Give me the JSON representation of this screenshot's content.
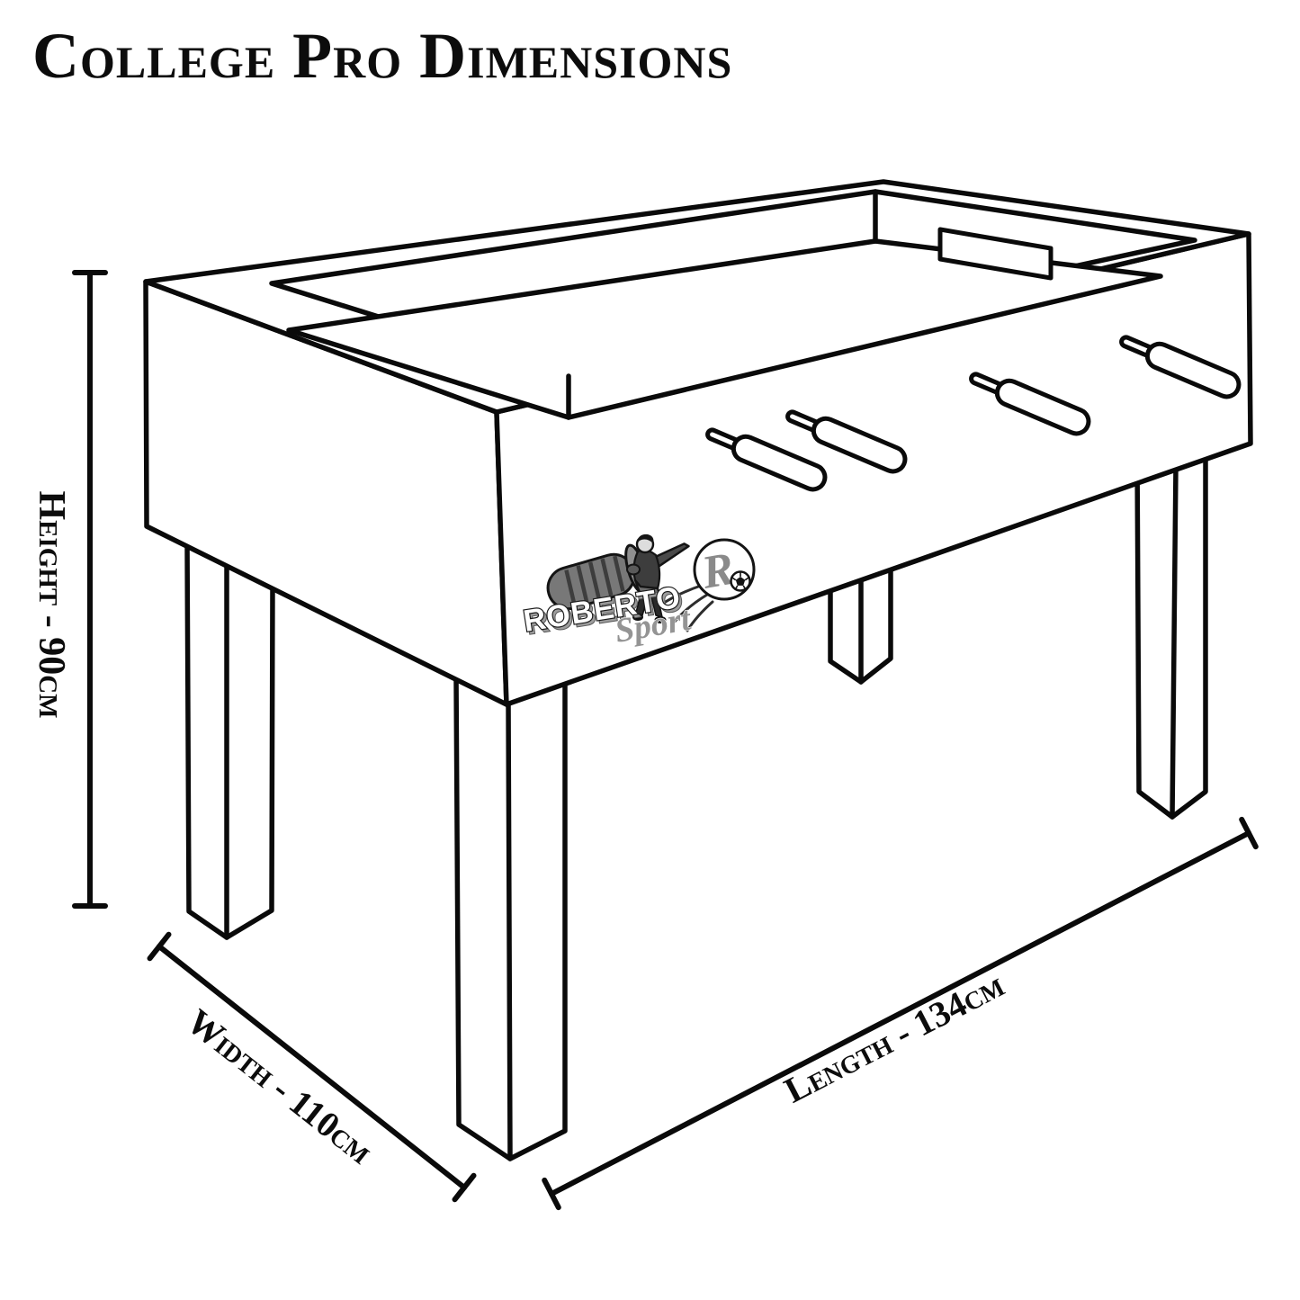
{
  "title": "College Pro Dimensions",
  "diagram_type": "foosball table line drawing with dimensions",
  "dimensions": {
    "height": {
      "name": "Height",
      "value_cm": 90,
      "label": "Height - 90cm"
    },
    "width": {
      "name": "Width",
      "value_cm": 110,
      "label": "Width - 110cm"
    },
    "length": {
      "name": "Length",
      "value_cm": 134,
      "label": "Length - 134cm"
    }
  },
  "table_features": {
    "rod_handles_visible": 4,
    "legs_visible": 4,
    "goal_slot_visible": true
  },
  "logo": {
    "brand": "Roberto",
    "subbrand": "Sport",
    "monogram": "R",
    "icons": [
      "foosball-handle-icon",
      "foosball-player-icon",
      "soccer-ball-icon"
    ]
  },
  "colors": {
    "background": "#ffffff",
    "line": "#0a0a0a",
    "logo_gray": "#8e8e8e",
    "handle_gray": "#787878"
  }
}
